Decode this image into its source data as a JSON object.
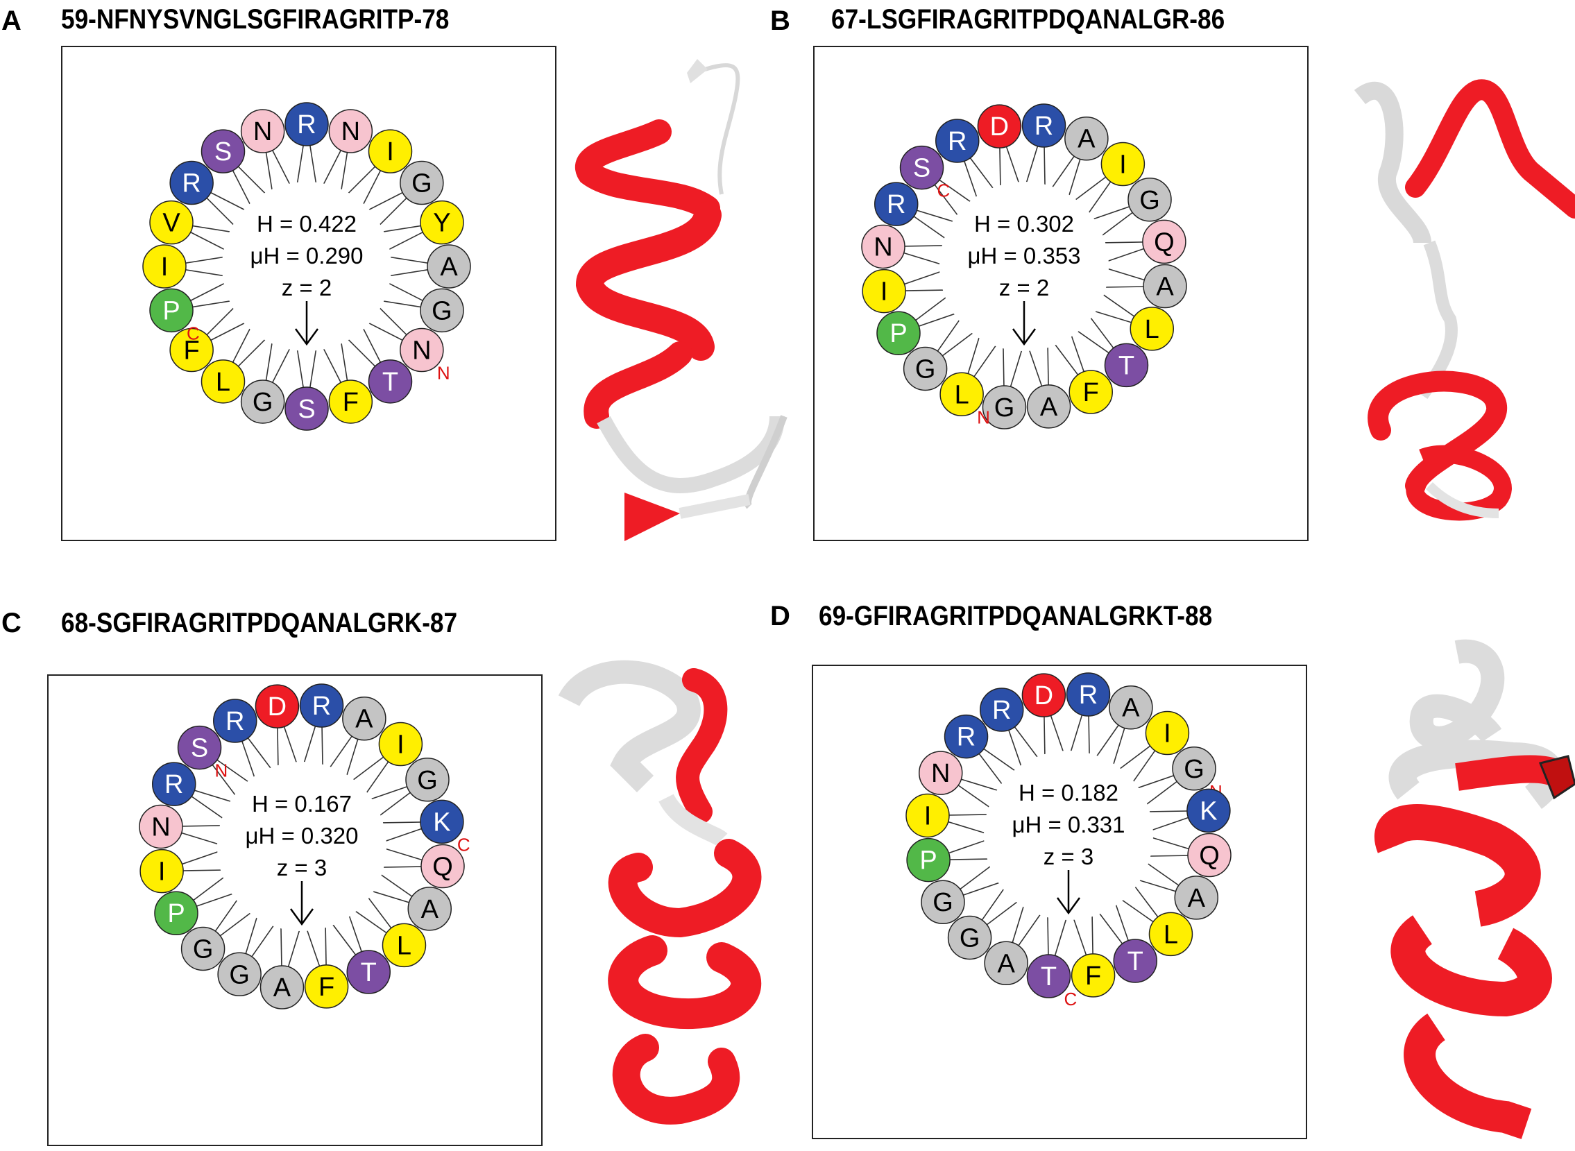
{
  "colors": {
    "red": "#ee1c25",
    "blue": "#2b4fa8",
    "pink": "#f7c4cf",
    "yellow": "#ffef00",
    "gray": "#c4c4c4",
    "purple": "#7c4ea3",
    "green": "#52b848",
    "terminus": "#d11111",
    "ribbon_red": "#e51c1c",
    "ribbon_white": "#e8e8e8"
  },
  "panels": [
    {
      "letter": "A",
      "title": "59-NFNYSVNGLSGFIRAGRITP-78",
      "H": "H = 0.422",
      "muH": "μH = 0.290",
      "z": "z = 2",
      "residues": [
        {
          "aa": "N",
          "color": "pink"
        },
        {
          "aa": "I",
          "color": "yellow"
        },
        {
          "aa": "G",
          "color": "gray"
        },
        {
          "aa": "Y",
          "color": "yellow"
        },
        {
          "aa": "A",
          "color": "gray"
        },
        {
          "aa": "G",
          "color": "gray"
        },
        {
          "aa": "N",
          "color": "pink",
          "term": "N"
        },
        {
          "aa": "T",
          "color": "purple"
        },
        {
          "aa": "F",
          "color": "yellow"
        },
        {
          "aa": "S",
          "color": "purple"
        },
        {
          "aa": "G",
          "color": "gray"
        },
        {
          "aa": "L",
          "color": "yellow"
        },
        {
          "aa": "F",
          "color": "yellow"
        },
        {
          "aa": "P",
          "color": "green",
          "term": "C"
        },
        {
          "aa": "I",
          "color": "yellow"
        },
        {
          "aa": "V",
          "color": "yellow"
        },
        {
          "aa": "R",
          "color": "blue"
        },
        {
          "aa": "S",
          "color": "purple"
        },
        {
          "aa": "N",
          "color": "pink"
        },
        {
          "aa": "R",
          "color": "blue"
        }
      ]
    },
    {
      "letter": "B",
      "title": "67-LSGFIRAGRITPDQANALGR-86",
      "H": "H = 0.302",
      "muH": "μH = 0.353",
      "z": "z = 2",
      "residues": [
        {
          "aa": "D",
          "color": "red"
        },
        {
          "aa": "R",
          "color": "blue"
        },
        {
          "aa": "A",
          "color": "gray"
        },
        {
          "aa": "I",
          "color": "yellow"
        },
        {
          "aa": "G",
          "color": "gray"
        },
        {
          "aa": "Q",
          "color": "pink"
        },
        {
          "aa": "A",
          "color": "gray"
        },
        {
          "aa": "L",
          "color": "yellow"
        },
        {
          "aa": "T",
          "color": "purple"
        },
        {
          "aa": "F",
          "color": "yellow"
        },
        {
          "aa": "A",
          "color": "gray"
        },
        {
          "aa": "G",
          "color": "gray"
        },
        {
          "aa": "L",
          "color": "yellow",
          "term": "N"
        },
        {
          "aa": "G",
          "color": "gray"
        },
        {
          "aa": "P",
          "color": "green"
        },
        {
          "aa": "I",
          "color": "yellow"
        },
        {
          "aa": "N",
          "color": "pink"
        },
        {
          "aa": "R",
          "color": "blue"
        },
        {
          "aa": "S",
          "color": "purple",
          "term": "C"
        },
        {
          "aa": "R",
          "color": "blue"
        }
      ]
    },
    {
      "letter": "C",
      "title": "68-SGFIRAGRITPDQANALGRK-87",
      "H": "H = 0.167",
      "muH": "μH = 0.320",
      "z": "z = 3",
      "residues": [
        {
          "aa": "D",
          "color": "red"
        },
        {
          "aa": "R",
          "color": "blue"
        },
        {
          "aa": "A",
          "color": "gray"
        },
        {
          "aa": "I",
          "color": "yellow"
        },
        {
          "aa": "G",
          "color": "gray"
        },
        {
          "aa": "K",
          "color": "blue",
          "term": "C"
        },
        {
          "aa": "Q",
          "color": "pink"
        },
        {
          "aa": "A",
          "color": "gray"
        },
        {
          "aa": "L",
          "color": "yellow"
        },
        {
          "aa": "T",
          "color": "purple"
        },
        {
          "aa": "F",
          "color": "yellow"
        },
        {
          "aa": "A",
          "color": "gray"
        },
        {
          "aa": "G",
          "color": "gray"
        },
        {
          "aa": "G",
          "color": "gray"
        },
        {
          "aa": "P",
          "color": "green"
        },
        {
          "aa": "I",
          "color": "yellow"
        },
        {
          "aa": "N",
          "color": "pink"
        },
        {
          "aa": "R",
          "color": "blue"
        },
        {
          "aa": "S",
          "color": "purple",
          "term": "N"
        },
        {
          "aa": "R",
          "color": "blue"
        }
      ]
    },
    {
      "letter": "D",
      "title": "69-GFIRAGRITPDQANALGRKT-88",
      "H": "H = 0.182",
      "muH": "μH = 0.331",
      "z": "z = 3",
      "residues": [
        {
          "aa": "D",
          "color": "red"
        },
        {
          "aa": "R",
          "color": "blue"
        },
        {
          "aa": "A",
          "color": "gray"
        },
        {
          "aa": "I",
          "color": "yellow"
        },
        {
          "aa": "G",
          "color": "gray",
          "term": "N"
        },
        {
          "aa": "K",
          "color": "blue"
        },
        {
          "aa": "Q",
          "color": "pink"
        },
        {
          "aa": "A",
          "color": "gray"
        },
        {
          "aa": "L",
          "color": "yellow"
        },
        {
          "aa": "T",
          "color": "purple"
        },
        {
          "aa": "F",
          "color": "yellow"
        },
        {
          "aa": "T",
          "color": "purple",
          "term": "C"
        },
        {
          "aa": "A",
          "color": "gray"
        },
        {
          "aa": "G",
          "color": "gray"
        },
        {
          "aa": "G",
          "color": "gray"
        },
        {
          "aa": "P",
          "color": "green"
        },
        {
          "aa": "I",
          "color": "yellow"
        },
        {
          "aa": "N",
          "color": "pink"
        },
        {
          "aa": "R",
          "color": "blue"
        },
        {
          "aa": "R",
          "color": "blue"
        }
      ]
    }
  ]
}
